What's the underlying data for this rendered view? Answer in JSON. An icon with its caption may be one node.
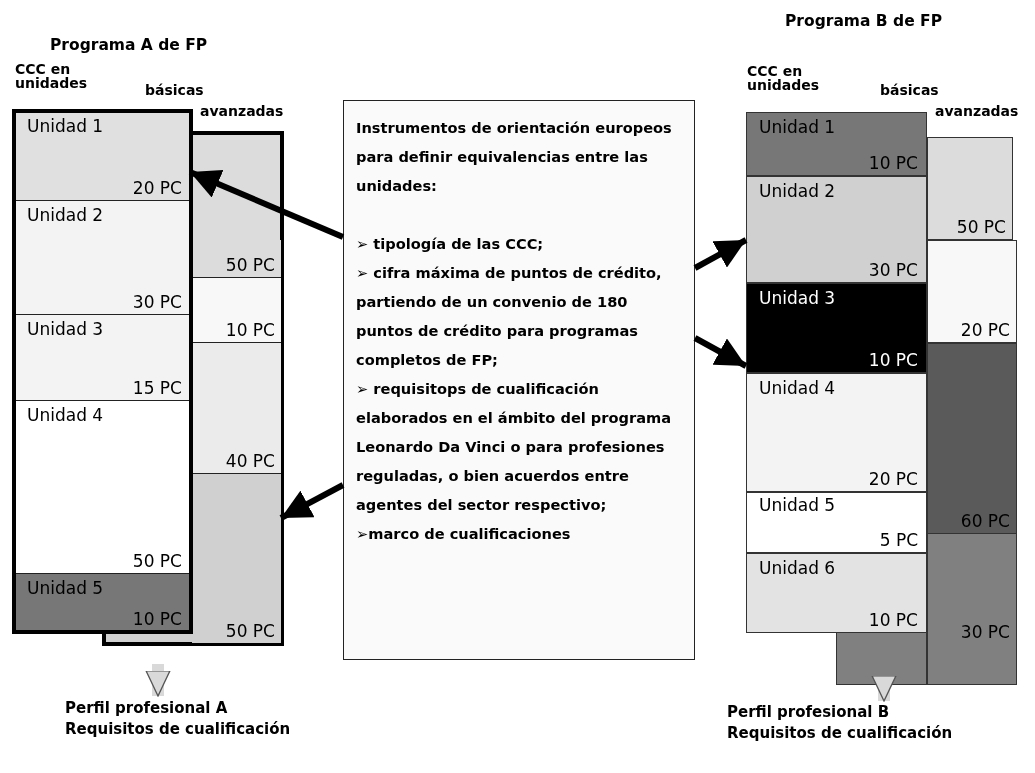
{
  "diagram": {
    "nodes": [
      {
        "text": [
          "Unidad 1",
          "20 PC"
        ]
      },
      {
        "text": [
          "Unidad 2",
          "30 PC"
        ]
      },
      {
        "text": [
          "Unidad 3",
          "15 PC"
        ]
      },
      {
        "text": [
          "Unidad 4",
          "50 PC"
        ]
      },
      {
        "text": [
          "Unidad 5",
          "10 PC"
        ]
      },
      {
        "text": [
          "50 PC"
        ]
      },
      {
        "text": [
          "10 PC"
        ]
      },
      {
        "text": [
          "40 PC"
        ]
      },
      {
        "text": [
          "50 PC"
        ]
      },
      {
        "text": [
          "Instrumentos de orientación europeos para definir equivalencias entre las unidades:",
          "➢ tipología de las CCC;",
          "➢ cifra máxima de puntos de crédito, partiendo de un convenio de 180 puntos de crédito para programas completos de FP;",
          "➢ requisitops de cualificación elaborados en el ámbito del programa Leonardo Da Vinci o para profesiones reguladas, o bien acuerdos entre agentes del sector respectivo;",
          "➢marco de cualificaciones"
        ]
      },
      {
        "text": [
          "Unidad 1",
          "10 PC"
        ]
      },
      {
        "text": [
          "Unidad 2",
          "30 PC"
        ]
      },
      {
        "text": [
          "Unidad 3",
          "10 PC"
        ]
      },
      {
        "text": [
          "Unidad 4",
          "20 PC"
        ]
      },
      {
        "text": [
          "Unidad 5",
          "5 PC"
        ]
      },
      {
        "text": [
          "Unidad 6",
          "10 PC"
        ]
      },
      {
        "text": [
          "50 PC"
        ]
      },
      {
        "text": [
          "20 PC"
        ]
      },
      {
        "text": [
          "60 PC"
        ]
      },
      {
        "text": [
          "30 PC"
        ]
      },
      {
        "text": [
          "Perfil profesional A",
          "Requisitos de cualificación"
        ]
      },
      {
        "text": [
          "Perfil profesional B",
          "Requisitos de cualificación"
        ]
      },
      {
        "text": [],
        "shape": "box"
      }
    ],
    "edges": [
      {
        "from": 9,
        "to": 0,
        "arrow": "to"
      },
      {
        "from": 9,
        "to": 8,
        "arrow": "to"
      },
      {
        "from": 9,
        "to": 11,
        "arrow": "to"
      },
      {
        "from": 9,
        "to": 13,
        "arrow": "to"
      },
      {
        "from": null,
        "to": 20,
        "arrow": "to",
        "style": "thick",
        "color": "#d9d9d9"
      },
      {
        "from": 22,
        "to": 21,
        "arrow": "to",
        "style": "thick",
        "color": "#d9d9d9"
      }
    ],
    "labels": [
      "Programa A de FP",
      "CCC en unidades",
      "básicas",
      "avanzadas",
      "Programa B de FP",
      "CCC en unidades",
      "básicas",
      "avanzadas"
    ]
  }
}
